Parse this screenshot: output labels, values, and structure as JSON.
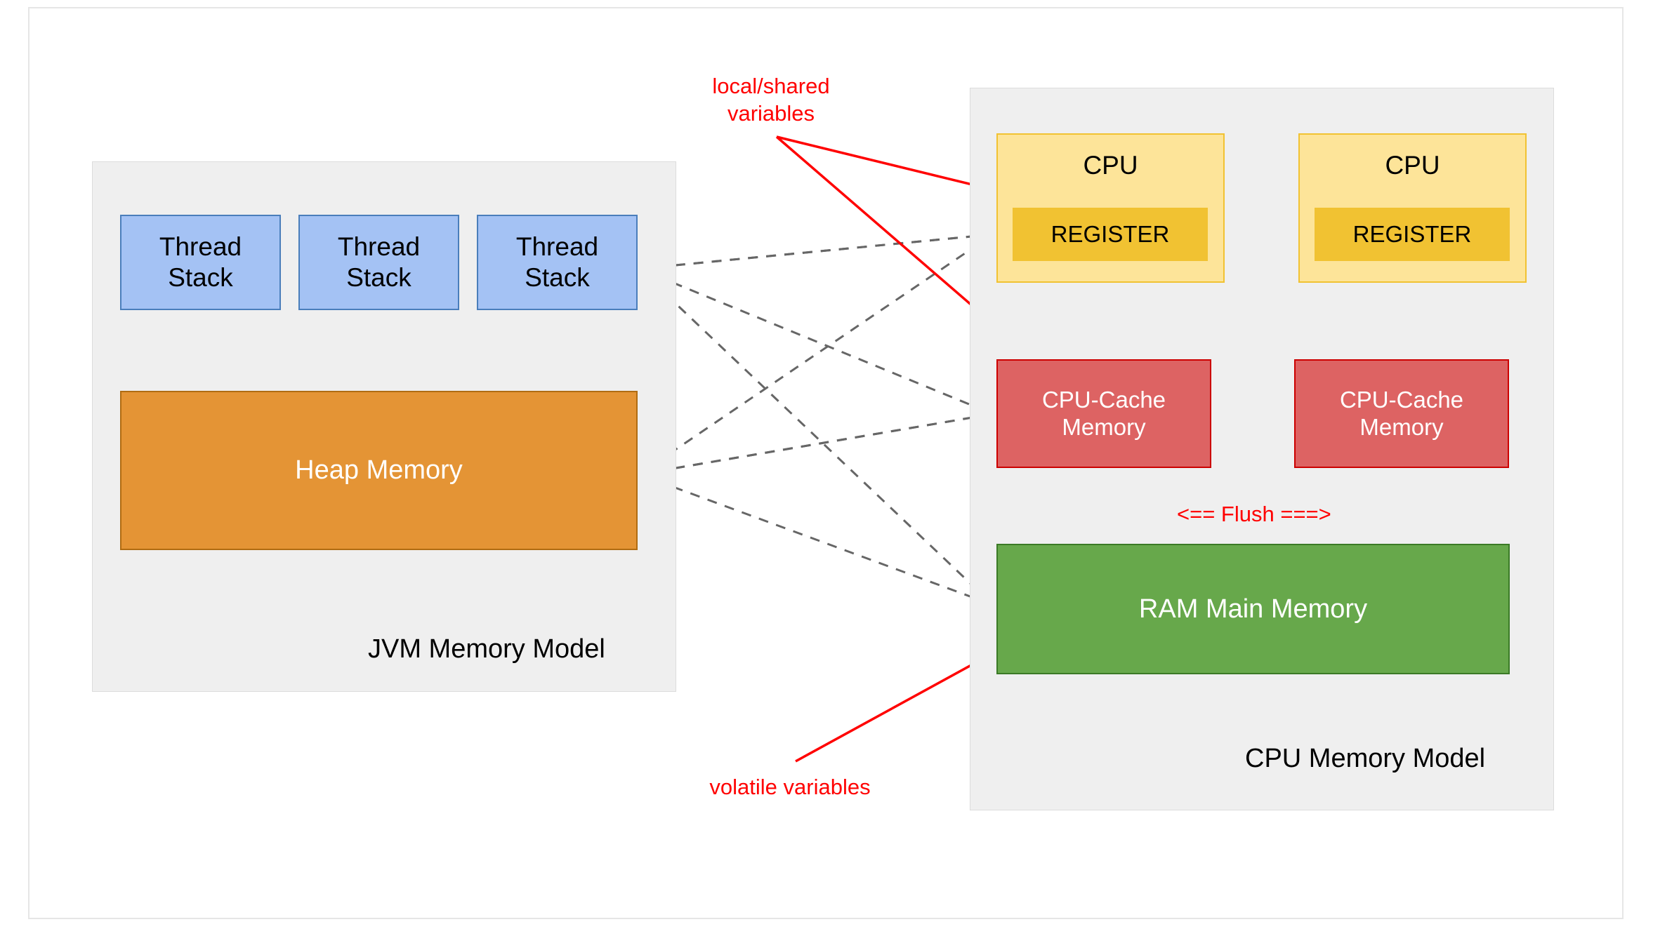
{
  "diagram": {
    "title": "JVM Memory Model and CPU Memory Model",
    "colors": {
      "panel_bg": "#efefef",
      "panel_border": "#dcdcdc",
      "thread_stack_fill": "#a4c2f4",
      "thread_stack_border": "#4a7ebb",
      "heap_fill": "#e49435",
      "heap_border": "#b06c12",
      "cpu_fill": "#fde499",
      "cpu_border": "#f1c232",
      "register_fill": "#f1c232",
      "cache_fill": "#dd6363",
      "cache_border": "#cc0000",
      "ram_fill": "#67a84b",
      "ram_border": "#3b7a26",
      "annotation_red": "#ff0000",
      "connector_gray": "#666666"
    }
  },
  "jvm_panel": {
    "label": "JVM Memory Model",
    "thread_stacks": [
      {
        "label": "Thread\nStack"
      },
      {
        "label": "Thread\nStack"
      },
      {
        "label": "Thread\nStack"
      }
    ],
    "heap": {
      "label": "Heap Memory"
    }
  },
  "cpu_panel": {
    "label": "CPU Memory Model",
    "cpus": [
      {
        "title": "CPU",
        "register": "REGISTER",
        "cache": "CPU-Cache\nMemory"
      },
      {
        "title": "CPU",
        "register": "REGISTER",
        "cache": "CPU-Cache\nMemory"
      }
    ],
    "ram": {
      "label": "RAM Main Memory"
    },
    "flush_label": "<== Flush ===>"
  },
  "annotations": [
    {
      "id": "local-shared",
      "text": "local/shared\nvariables"
    },
    {
      "id": "volatile",
      "text": "volatile variables"
    }
  ]
}
